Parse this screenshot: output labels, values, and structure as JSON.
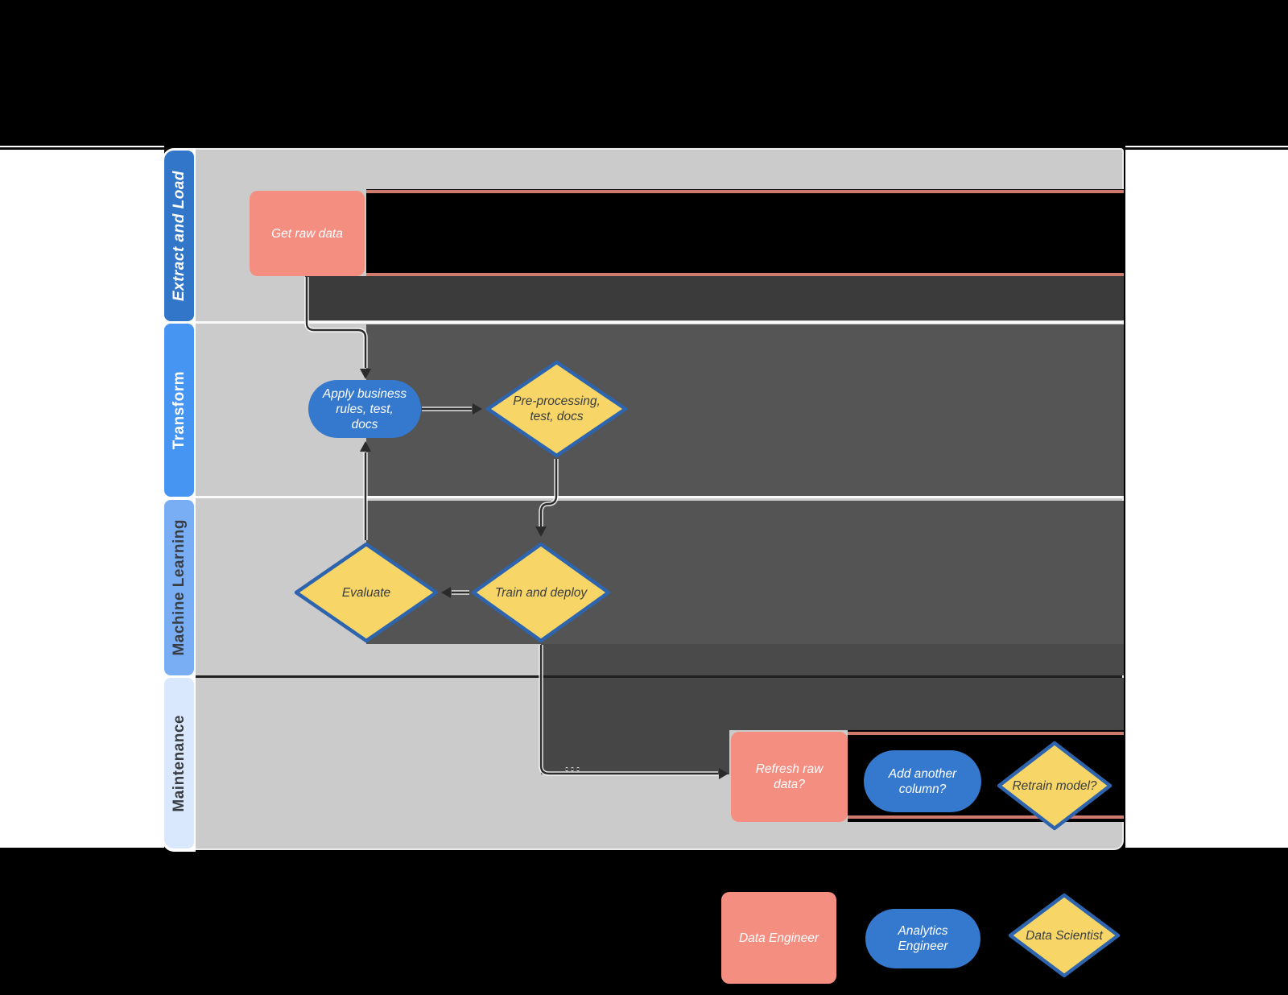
{
  "lanes": [
    {
      "label": "Extract and Load"
    },
    {
      "label": "Transform"
    },
    {
      "label": "Machine Learning"
    },
    {
      "label": "Maintenance"
    }
  ],
  "nodes": {
    "get_raw_data": "Get raw data",
    "apply_rules": "Apply business\nrules, test,\ndocs",
    "preprocessing": "Pre-processing,\ntest, docs",
    "evaluate": "Evaluate",
    "train_deploy": "Train and deploy",
    "refresh_raw": "Refresh raw\ndata?",
    "add_column": "Add another\ncolumn?",
    "retrain": "Retrain model?"
  },
  "connector_label": "...",
  "legend": {
    "data_engineer": "Data Engineer",
    "analytics_engineer": "Analytics\nEngineer",
    "data_scientist": "Data Scientist"
  },
  "colors": {
    "page_background": "#000000",
    "margin_white": "#ffffff",
    "lane_body_gray": "#cbcbcb",
    "lane1_blue": "#3276c9",
    "lane2_blue": "#4795f3",
    "lane3_blue": "#79aef5",
    "lane4_blue": "#d9e8fc",
    "node_salmon": "#f48e80",
    "node_blue": "#3579cf",
    "node_yellow": "#f7d667",
    "diamond_border": "#2d64ad",
    "connector_dark": "#2b2b2b",
    "artifact_dark_band": "#555555"
  }
}
